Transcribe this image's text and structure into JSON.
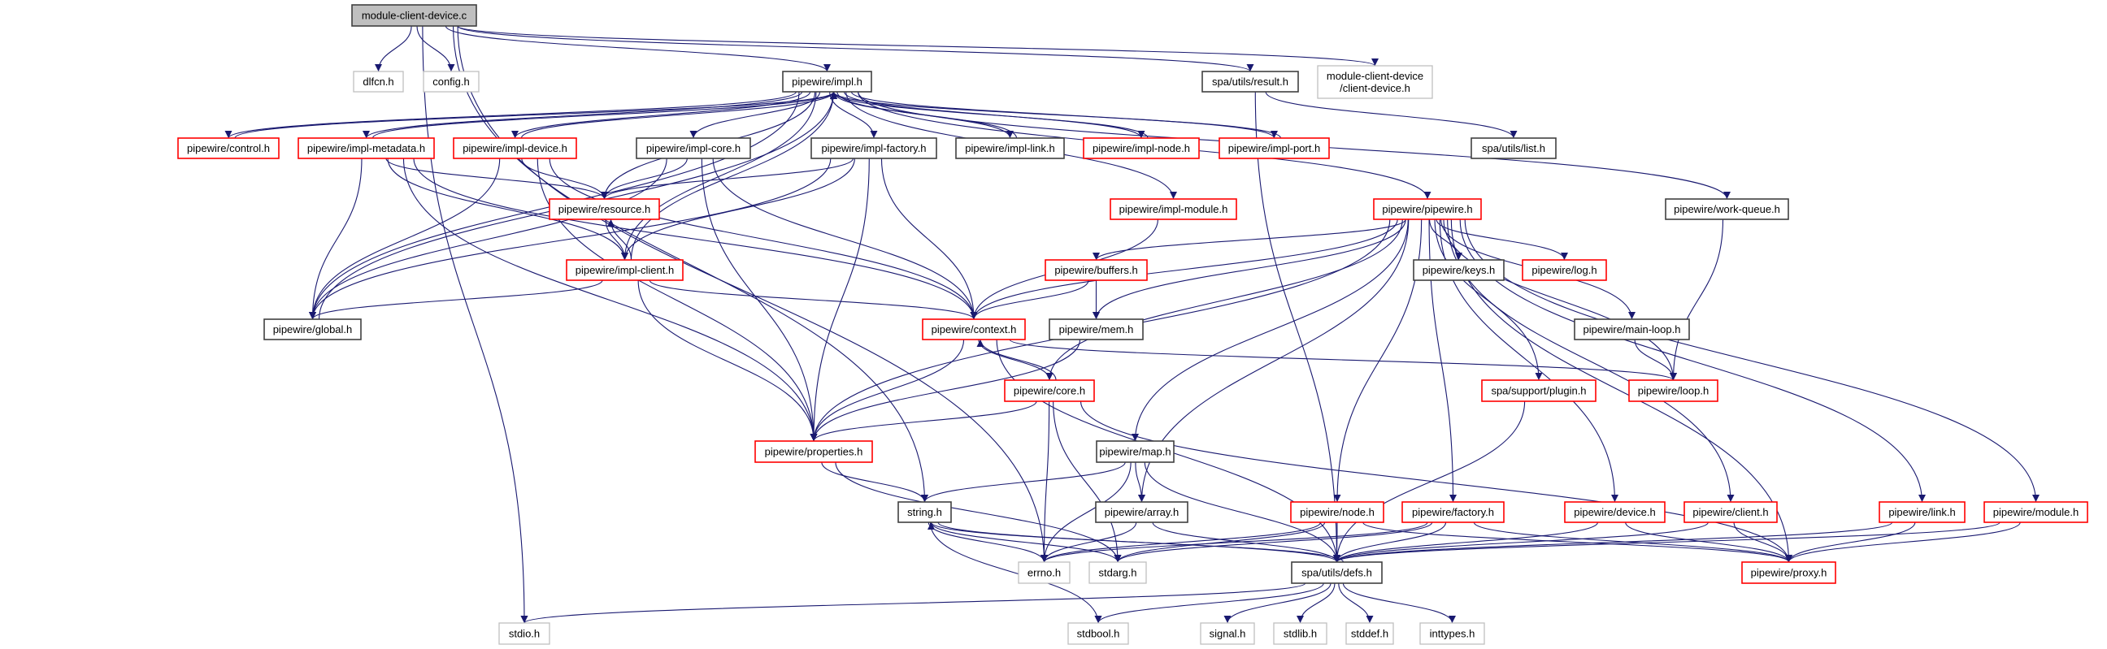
{
  "diagram": {
    "type": "include-dependency-graph",
    "colors": {
      "edge": "#191970",
      "red_border": "#ff0000",
      "black_border": "#404040",
      "gray_border": "#bfbfbf",
      "root_fill": "#bfbfbf"
    },
    "nodes": [
      {
        "id": "mcd",
        "label": [
          "module-client-device.c"
        ],
        "style": "root"
      },
      {
        "id": "dlfcn",
        "label": [
          "dlfcn.h"
        ],
        "style": "gray"
      },
      {
        "id": "config",
        "label": [
          "config.h"
        ],
        "style": "gray"
      },
      {
        "id": "impl",
        "label": [
          "pipewire/impl.h"
        ],
        "style": "black"
      },
      {
        "id": "result",
        "label": [
          "spa/utils/result.h"
        ],
        "style": "black"
      },
      {
        "id": "cdh",
        "label": [
          "module-client-device",
          "/client-device.h"
        ],
        "style": "gray"
      },
      {
        "id": "control",
        "label": [
          "pipewire/control.h"
        ],
        "style": "red"
      },
      {
        "id": "metadata",
        "label": [
          "pipewire/impl-metadata.h"
        ],
        "style": "red"
      },
      {
        "id": "impldevice",
        "label": [
          "pipewire/impl-device.h"
        ],
        "style": "red"
      },
      {
        "id": "implcore",
        "label": [
          "pipewire/impl-core.h"
        ],
        "style": "black"
      },
      {
        "id": "implfactory",
        "label": [
          "pipewire/impl-factory.h"
        ],
        "style": "black"
      },
      {
        "id": "impllink",
        "label": [
          "pipewire/impl-link.h"
        ],
        "style": "black"
      },
      {
        "id": "implnode",
        "label": [
          "pipewire/impl-node.h"
        ],
        "style": "red"
      },
      {
        "id": "implport",
        "label": [
          "pipewire/impl-port.h"
        ],
        "style": "red"
      },
      {
        "id": "list",
        "label": [
          "spa/utils/list.h"
        ],
        "style": "black"
      },
      {
        "id": "resource",
        "label": [
          "pipewire/resource.h"
        ],
        "style": "red"
      },
      {
        "id": "implmodule",
        "label": [
          "pipewire/impl-module.h"
        ],
        "style": "red"
      },
      {
        "id": "pipewire",
        "label": [
          "pipewire/pipewire.h"
        ],
        "style": "red"
      },
      {
        "id": "workqueue",
        "label": [
          "pipewire/work-queue.h"
        ],
        "style": "black"
      },
      {
        "id": "implclient",
        "label": [
          "pipewire/impl-client.h"
        ],
        "style": "red"
      },
      {
        "id": "buffers",
        "label": [
          "pipewire/buffers.h"
        ],
        "style": "red"
      },
      {
        "id": "keys",
        "label": [
          "pipewire/keys.h"
        ],
        "style": "black"
      },
      {
        "id": "log",
        "label": [
          "pipewire/log.h"
        ],
        "style": "red"
      },
      {
        "id": "global",
        "label": [
          "pipewire/global.h"
        ],
        "style": "black"
      },
      {
        "id": "context",
        "label": [
          "pipewire/context.h"
        ],
        "style": "red"
      },
      {
        "id": "mem",
        "label": [
          "pipewire/mem.h"
        ],
        "style": "black"
      },
      {
        "id": "mainloop",
        "label": [
          "pipewire/main-loop.h"
        ],
        "style": "black"
      },
      {
        "id": "core",
        "label": [
          "pipewire/core.h"
        ],
        "style": "red"
      },
      {
        "id": "plugin",
        "label": [
          "spa/support/plugin.h"
        ],
        "style": "red"
      },
      {
        "id": "loop",
        "label": [
          "pipewire/loop.h"
        ],
        "style": "red"
      },
      {
        "id": "properties",
        "label": [
          "pipewire/properties.h"
        ],
        "style": "red"
      },
      {
        "id": "map",
        "label": [
          "pipewire/map.h"
        ],
        "style": "black"
      },
      {
        "id": "string",
        "label": [
          "string.h"
        ],
        "style": "black"
      },
      {
        "id": "array",
        "label": [
          "pipewire/array.h"
        ],
        "style": "black"
      },
      {
        "id": "node",
        "label": [
          "pipewire/node.h"
        ],
        "style": "red"
      },
      {
        "id": "factory",
        "label": [
          "pipewire/factory.h"
        ],
        "style": "red"
      },
      {
        "id": "device",
        "label": [
          "pipewire/device.h"
        ],
        "style": "red"
      },
      {
        "id": "client",
        "label": [
          "pipewire/client.h"
        ],
        "style": "red"
      },
      {
        "id": "link",
        "label": [
          "pipewire/link.h"
        ],
        "style": "red"
      },
      {
        "id": "module",
        "label": [
          "pipewire/module.h"
        ],
        "style": "red"
      },
      {
        "id": "errno",
        "label": [
          "errno.h"
        ],
        "style": "gray"
      },
      {
        "id": "stdarg",
        "label": [
          "stdarg.h"
        ],
        "style": "gray"
      },
      {
        "id": "defs",
        "label": [
          "spa/utils/defs.h"
        ],
        "style": "black"
      },
      {
        "id": "proxy",
        "label": [
          "pipewire/proxy.h"
        ],
        "style": "red"
      },
      {
        "id": "stdio",
        "label": [
          "stdio.h"
        ],
        "style": "gray"
      },
      {
        "id": "stdbool",
        "label": [
          "stdbool.h"
        ],
        "style": "gray"
      },
      {
        "id": "signal",
        "label": [
          "signal.h"
        ],
        "style": "gray"
      },
      {
        "id": "stdlib",
        "label": [
          "stdlib.h"
        ],
        "style": "gray"
      },
      {
        "id": "stddef",
        "label": [
          "stddef.h"
        ],
        "style": "gray"
      },
      {
        "id": "inttypes",
        "label": [
          "inttypes.h"
        ],
        "style": "gray"
      }
    ],
    "edges": [
      [
        "mcd",
        "dlfcn"
      ],
      [
        "mcd",
        "config"
      ],
      [
        "mcd",
        "impl"
      ],
      [
        "mcd",
        "result"
      ],
      [
        "mcd",
        "cdh"
      ],
      [
        "mcd",
        "string"
      ],
      [
        "mcd",
        "errno"
      ],
      [
        "mcd",
        "stdio"
      ],
      [
        "impl",
        "control"
      ],
      [
        "impl",
        "metadata"
      ],
      [
        "impl",
        "impldevice"
      ],
      [
        "impl",
        "implcore"
      ],
      [
        "impl",
        "implfactory"
      ],
      [
        "impl",
        "impllink"
      ],
      [
        "impl",
        "implnode"
      ],
      [
        "impl",
        "implport"
      ],
      [
        "impl",
        "implmodule"
      ],
      [
        "impl",
        "pipewire"
      ],
      [
        "impl",
        "workqueue"
      ],
      [
        "impl",
        "resource"
      ],
      [
        "impl",
        "implclient"
      ],
      [
        "impl",
        "global"
      ],
      [
        "control",
        "impl"
      ],
      [
        "metadata",
        "impl"
      ],
      [
        "impldevice",
        "impl"
      ],
      [
        "impllink",
        "impl"
      ],
      [
        "implnode",
        "impl"
      ],
      [
        "implport",
        "impl"
      ],
      [
        "implclient",
        "impl"
      ],
      [
        "global",
        "impl"
      ],
      [
        "metadata",
        "resource"
      ],
      [
        "metadata",
        "implclient"
      ],
      [
        "metadata",
        "global"
      ],
      [
        "metadata",
        "properties"
      ],
      [
        "metadata",
        "context"
      ],
      [
        "impldevice",
        "resource"
      ],
      [
        "impldevice",
        "global"
      ],
      [
        "impldevice",
        "properties"
      ],
      [
        "impldevice",
        "context"
      ],
      [
        "implcore",
        "resource"
      ],
      [
        "implcore",
        "global"
      ],
      [
        "implcore",
        "properties"
      ],
      [
        "implcore",
        "context"
      ],
      [
        "implfactory",
        "resource"
      ],
      [
        "implfactory",
        "implclient"
      ],
      [
        "implfactory",
        "global"
      ],
      [
        "implfactory",
        "properties"
      ],
      [
        "implfactory",
        "context"
      ],
      [
        "resource",
        "implclient"
      ],
      [
        "implclient",
        "resource"
      ],
      [
        "implclient",
        "global"
      ],
      [
        "implclient",
        "context"
      ],
      [
        "implclient",
        "properties"
      ],
      [
        "implmodule",
        "context"
      ],
      [
        "result",
        "list"
      ],
      [
        "result",
        "defs"
      ],
      [
        "workqueue",
        "loop"
      ],
      [
        "pipewire",
        "buffers"
      ],
      [
        "pipewire",
        "keys"
      ],
      [
        "pipewire",
        "log"
      ],
      [
        "pipewire",
        "context"
      ],
      [
        "pipewire",
        "mem"
      ],
      [
        "pipewire",
        "mainloop"
      ],
      [
        "pipewire",
        "loop"
      ],
      [
        "pipewire",
        "plugin"
      ],
      [
        "pipewire",
        "core"
      ],
      [
        "pipewire",
        "properties"
      ],
      [
        "pipewire",
        "map"
      ],
      [
        "pipewire",
        "array"
      ],
      [
        "pipewire",
        "node"
      ],
      [
        "pipewire",
        "factory"
      ],
      [
        "pipewire",
        "device"
      ],
      [
        "pipewire",
        "client"
      ],
      [
        "pipewire",
        "link"
      ],
      [
        "pipewire",
        "module"
      ],
      [
        "pipewire",
        "proxy"
      ],
      [
        "buffers",
        "context"
      ],
      [
        "buffers",
        "mem"
      ],
      [
        "mem",
        "properties"
      ],
      [
        "context",
        "core"
      ],
      [
        "context",
        "properties"
      ],
      [
        "context",
        "loop"
      ],
      [
        "context",
        "defs"
      ],
      [
        "core",
        "context"
      ],
      [
        "core",
        "properties"
      ],
      [
        "core",
        "errno"
      ],
      [
        "core",
        "stdarg"
      ],
      [
        "core",
        "proxy"
      ],
      [
        "mainloop",
        "loop"
      ],
      [
        "plugin",
        "defs"
      ],
      [
        "properties",
        "string"
      ],
      [
        "properties",
        "stdarg"
      ],
      [
        "map",
        "string"
      ],
      [
        "map",
        "array"
      ],
      [
        "map",
        "errno"
      ],
      [
        "map",
        "defs"
      ],
      [
        "string",
        "errno"
      ],
      [
        "string",
        "stdarg"
      ],
      [
        "string",
        "stdbool"
      ],
      [
        "string",
        "defs"
      ],
      [
        "defs",
        "string"
      ],
      [
        "array",
        "errno"
      ],
      [
        "array",
        "defs"
      ],
      [
        "node",
        "stdarg"
      ],
      [
        "node",
        "errno"
      ],
      [
        "node",
        "defs"
      ],
      [
        "node",
        "proxy"
      ],
      [
        "factory",
        "stdarg"
      ],
      [
        "factory",
        "errno"
      ],
      [
        "factory",
        "defs"
      ],
      [
        "factory",
        "proxy"
      ],
      [
        "device",
        "defs"
      ],
      [
        "device",
        "proxy"
      ],
      [
        "client",
        "defs"
      ],
      [
        "client",
        "proxy"
      ],
      [
        "link",
        "defs"
      ],
      [
        "link",
        "proxy"
      ],
      [
        "module",
        "defs"
      ],
      [
        "module",
        "proxy"
      ],
      [
        "defs",
        "stdbool"
      ],
      [
        "defs",
        "signal"
      ],
      [
        "defs",
        "stdlib"
      ],
      [
        "defs",
        "stddef"
      ],
      [
        "defs",
        "inttypes"
      ],
      [
        "defs",
        "stdio"
      ]
    ]
  }
}
